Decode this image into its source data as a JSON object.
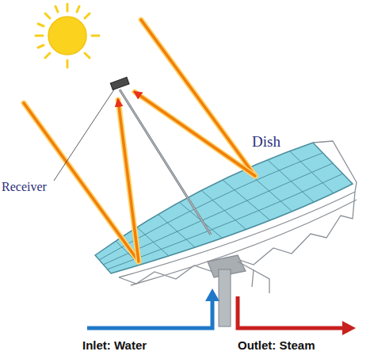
{
  "diagram": {
    "labels": [
      "Receiver",
      "Dish",
      "Inlet: Water",
      "Outlet: Steam"
    ]
  }
}
